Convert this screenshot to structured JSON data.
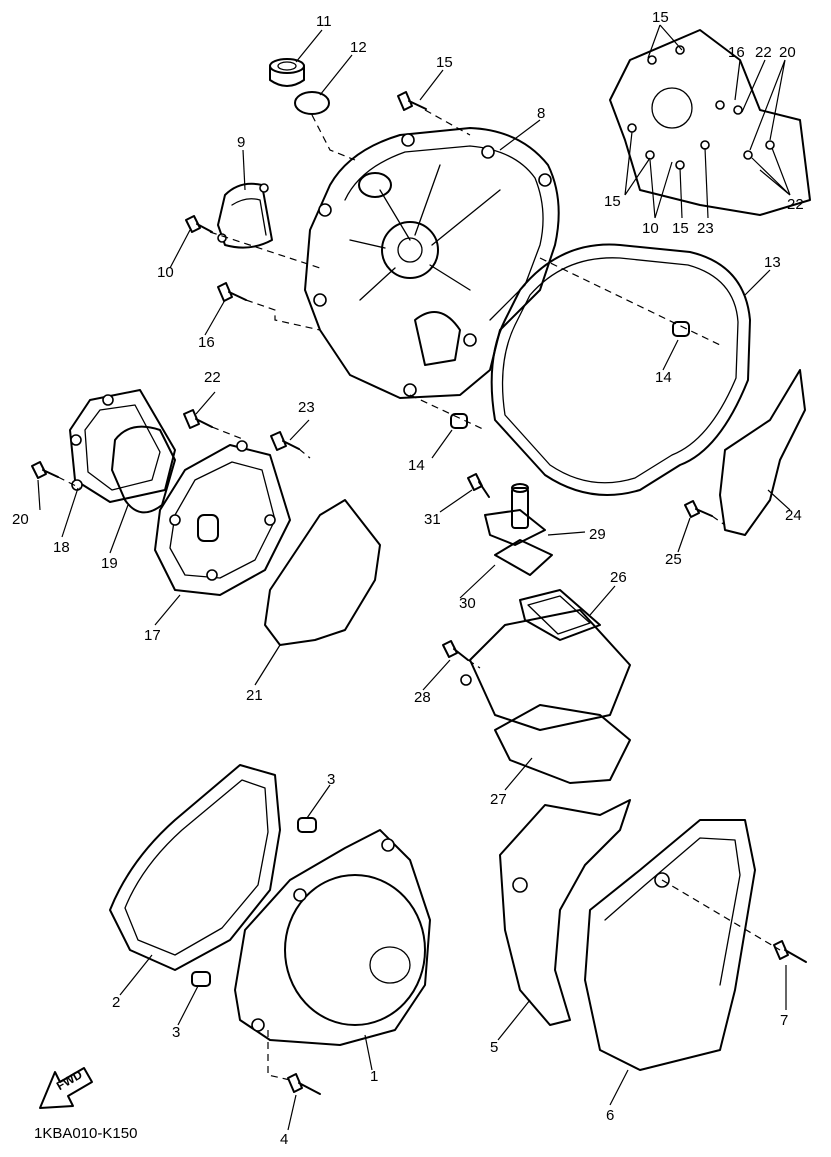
{
  "drawing_code": "1KBA010-K150",
  "fwd_label": "FWD",
  "callouts": [
    {
      "id": "c11a",
      "text": "11"
    },
    {
      "id": "c12a",
      "text": "12"
    },
    {
      "id": "c15a",
      "text": "15"
    },
    {
      "id": "c8a",
      "text": "8"
    },
    {
      "id": "c9a",
      "text": "9"
    },
    {
      "id": "c10a",
      "text": "10"
    },
    {
      "id": "c16a",
      "text": "16"
    },
    {
      "id": "c13a",
      "text": "13"
    },
    {
      "id": "c14a",
      "text": "14"
    },
    {
      "id": "c14b",
      "text": "14"
    },
    {
      "id": "c15b",
      "text": "15"
    },
    {
      "id": "c16b",
      "text": "16"
    },
    {
      "id": "c22a",
      "text": "22"
    },
    {
      "id": "c20a",
      "text": "20"
    },
    {
      "id": "c15c",
      "text": "15"
    },
    {
      "id": "c10b",
      "text": "10"
    },
    {
      "id": "c15d",
      "text": "15"
    },
    {
      "id": "c23a",
      "text": "23"
    },
    {
      "id": "c22b",
      "text": "22"
    },
    {
      "id": "c22c",
      "text": "22"
    },
    {
      "id": "c23b",
      "text": "23"
    },
    {
      "id": "c20b",
      "text": "20"
    },
    {
      "id": "c18a",
      "text": "18"
    },
    {
      "id": "c19a",
      "text": "19"
    },
    {
      "id": "c17a",
      "text": "17"
    },
    {
      "id": "c21a",
      "text": "21"
    },
    {
      "id": "c31a",
      "text": "31"
    },
    {
      "id": "c29a",
      "text": "29"
    },
    {
      "id": "c30a",
      "text": "30"
    },
    {
      "id": "c26a",
      "text": "26"
    },
    {
      "id": "c28a",
      "text": "28"
    },
    {
      "id": "c27a",
      "text": "27"
    },
    {
      "id": "c24a",
      "text": "24"
    },
    {
      "id": "c25a",
      "text": "25"
    },
    {
      "id": "c3a",
      "text": "3"
    },
    {
      "id": "c2a",
      "text": "2"
    },
    {
      "id": "c3b",
      "text": "3"
    },
    {
      "id": "c1a",
      "text": "1"
    },
    {
      "id": "c4a",
      "text": "4"
    },
    {
      "id": "c5a",
      "text": "5"
    },
    {
      "id": "c6a",
      "text": "6"
    },
    {
      "id": "c7a",
      "text": "7"
    }
  ]
}
